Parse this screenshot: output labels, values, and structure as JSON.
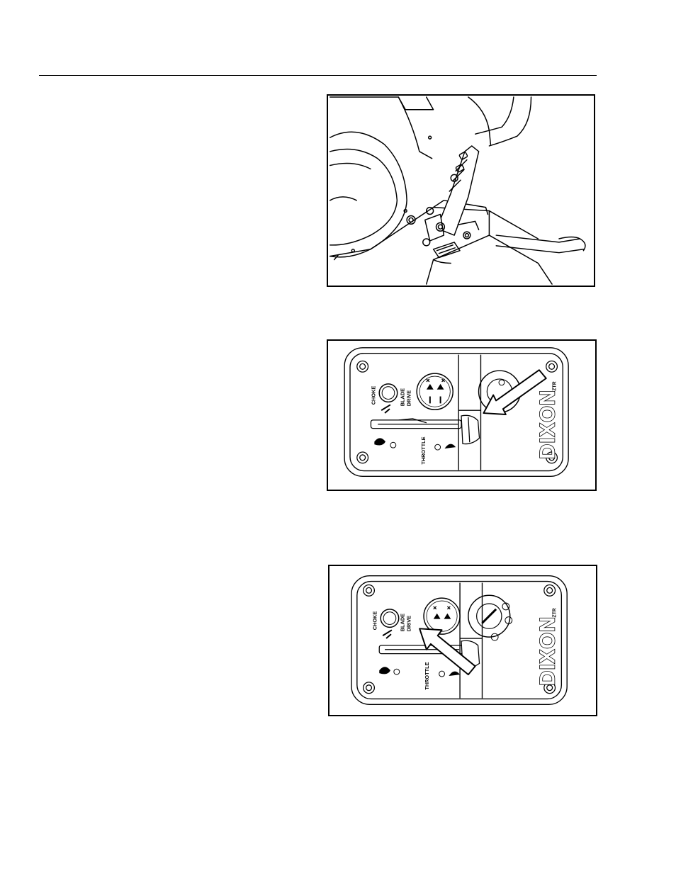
{
  "figures": [
    {
      "id": "fig1",
      "subject": "seat-and-control-lever-illustration"
    },
    {
      "id": "fig2",
      "subject": "control-panel-arrow-to-ignition",
      "panel": {
        "choke_label": "CHOKE",
        "blade_label": "BLADE",
        "drive_label": "DRIVE",
        "throttle_label": "THROTTLE",
        "brand": "DIXON",
        "brand_suffix": "ZTR"
      }
    },
    {
      "id": "fig3",
      "subject": "control-panel-arrow-to-blade-switch",
      "panel": {
        "choke_label": "CHOKE",
        "blade_label": "BLADE",
        "drive_label": "DRIVE",
        "throttle_label": "THROTTLE",
        "brand": "DIXON",
        "brand_suffix": "ZTR"
      }
    }
  ]
}
